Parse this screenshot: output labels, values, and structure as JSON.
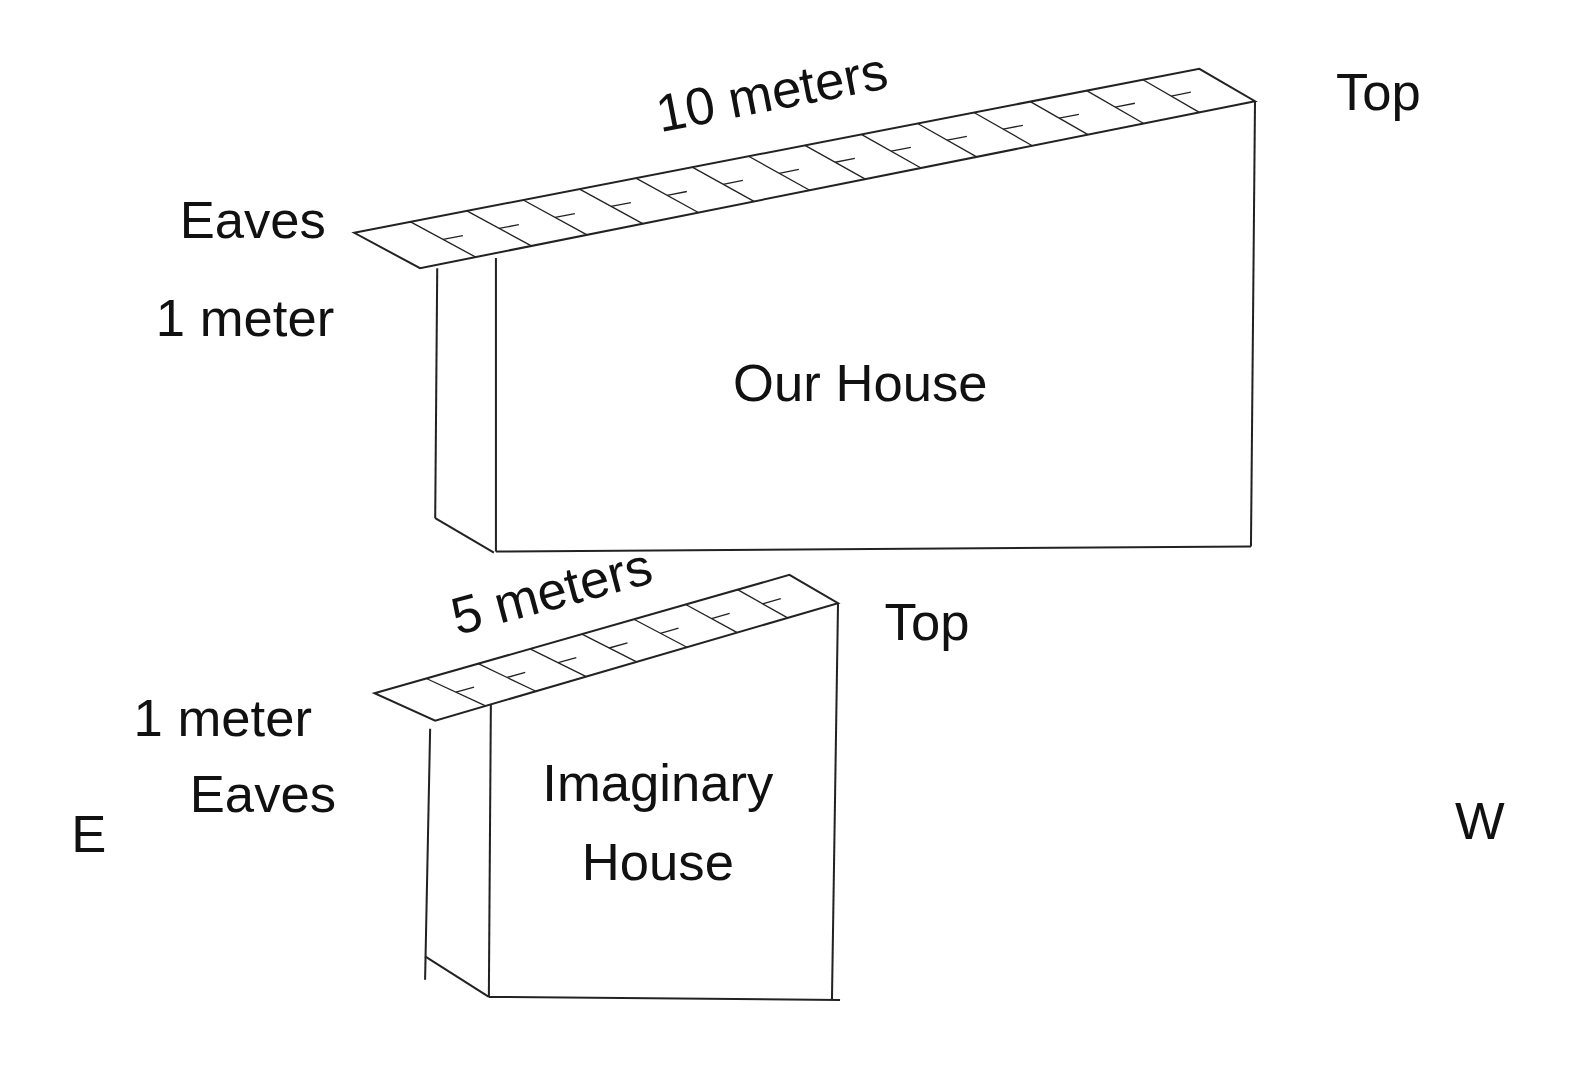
{
  "diagram": {
    "nodes": [
      {
        "text": [
          "Our House"
        ]
      },
      {
        "text": [
          "Imaginary House"
        ]
      }
    ],
    "labels": [
      "10 meters",
      "Top",
      "Eaves",
      "1 meter",
      "5 meters",
      "Top",
      "1 meter",
      "Eaves",
      "E",
      "W"
    ]
  }
}
